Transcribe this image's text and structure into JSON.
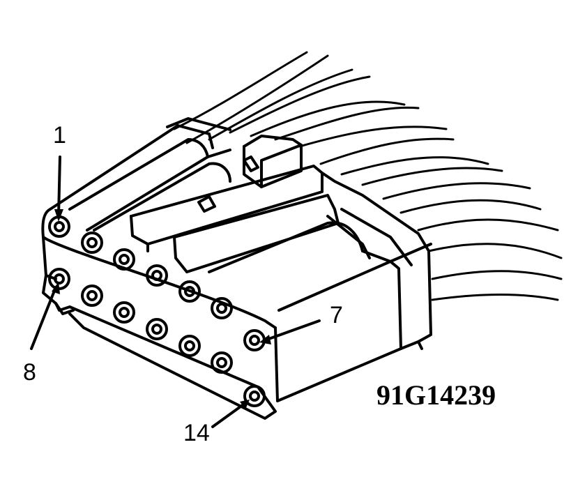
{
  "figure_id": "91G14239",
  "callouts": [
    {
      "id": "pin-1",
      "label": "1"
    },
    {
      "id": "pin-7",
      "label": "7"
    },
    {
      "id": "pin-8",
      "label": "8"
    },
    {
      "id": "pin-14",
      "label": "14"
    }
  ],
  "cavity_rows": 2,
  "cavities_per_row": 7
}
